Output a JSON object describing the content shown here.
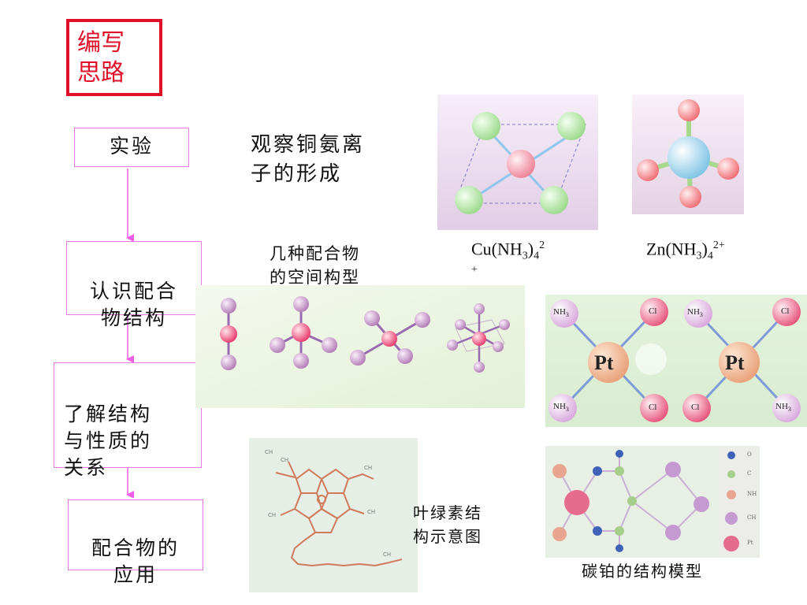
{
  "title": "编写\n思路",
  "steps": {
    "experiment": "实验",
    "structure": "认识配合\n物结构",
    "relation": "了解结构\n与性质的\n关系",
    "application": "配合物的\n应用"
  },
  "observe_text": "观察铜氨离\n子的形成",
  "geometry_caption": "几种配合物\n的空间构型",
  "formulas": {
    "cu": {
      "base": "Cu(NH",
      "sub1": "3",
      "mid": ")",
      "sub2": "4",
      "sup": "2",
      "overflow": "+"
    },
    "zn": {
      "base": "Zn(NH",
      "sub1": "3",
      "mid": ")",
      "sub2": "4",
      "sup": "2+"
    }
  },
  "pt_labels": {
    "metal": "Pt",
    "nh3": "NH",
    "nh3_sub": "3",
    "cl": "Cl"
  },
  "chlorophyll_caption": "叶绿素结\n构示意图",
  "carboplatin_caption": "碳铂的结构模型",
  "carboplatin_legend": [
    "O",
    "C",
    "NH",
    "CH",
    "Pt"
  ],
  "colors": {
    "title_red": "#e0102a",
    "box_border": "#e87be0",
    "arrow": "#f05ee8"
  }
}
